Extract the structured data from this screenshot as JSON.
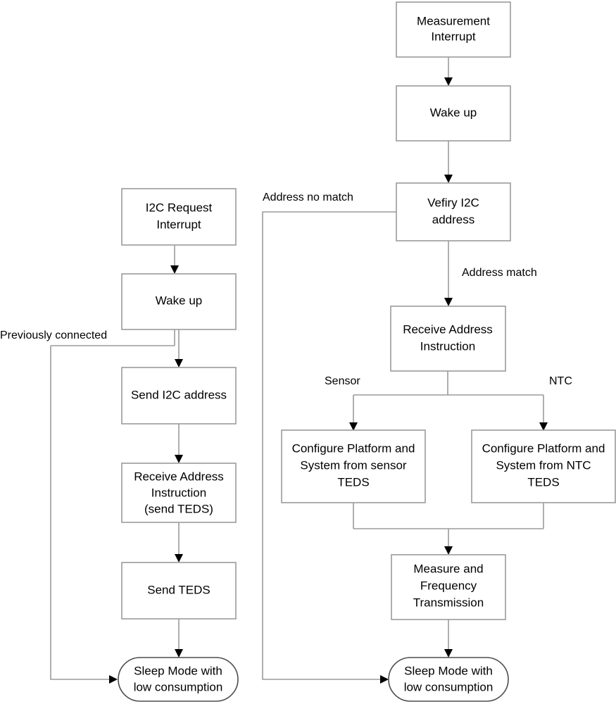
{
  "diagram": {
    "title": "Sensor node interrupt and TEDS flowchart",
    "colors": {
      "box_stroke": "#9b9b9b",
      "stadium_stroke": "#4d4d4d",
      "arrow_fill": "#000000",
      "background": "#ffffff",
      "text": "#000000"
    },
    "left_branch": {
      "nodes": [
        {
          "id": "i2c-request-interrupt",
          "shape": "rect",
          "lines": [
            "I2C Request",
            "Interrupt"
          ]
        },
        {
          "id": "wake-up-left",
          "shape": "rect",
          "lines": [
            "Wake up"
          ]
        },
        {
          "id": "send-i2c-address",
          "shape": "rect",
          "lines": [
            "Send I2C address"
          ]
        },
        {
          "id": "receive-address-instruction-send-teds",
          "shape": "rect",
          "lines": [
            "Receive Address",
            "Instruction",
            "(send TEDS)"
          ]
        },
        {
          "id": "send-teds",
          "shape": "rect",
          "lines": [
            "Send TEDS"
          ]
        },
        {
          "id": "sleep-mode-left",
          "shape": "stadium",
          "lines": [
            "Sleep Mode with",
            "low consumption"
          ]
        }
      ],
      "edge_labels": [
        {
          "id": "previously-connected",
          "text": "Previously connected"
        }
      ]
    },
    "right_branch": {
      "nodes": [
        {
          "id": "measurement-interrupt",
          "shape": "rect",
          "lines": [
            "Measurement",
            "Interrupt"
          ]
        },
        {
          "id": "wake-up-right",
          "shape": "rect",
          "lines": [
            "Wake up"
          ]
        },
        {
          "id": "verify-i2c-address",
          "shape": "rect",
          "lines": [
            "Vefiry I2C",
            "address"
          ]
        },
        {
          "id": "receive-address-instruction",
          "shape": "rect",
          "lines": [
            "Receive Address",
            "Instruction"
          ]
        },
        {
          "id": "configure-sensor-teds",
          "shape": "rect",
          "lines": [
            "Configure Platform and",
            "System from sensor",
            "TEDS"
          ]
        },
        {
          "id": "configure-ntc-teds",
          "shape": "rect",
          "lines": [
            "Configure Platform and",
            "System from NTC",
            "TEDS"
          ]
        },
        {
          "id": "measure-and-frequency-transmission",
          "shape": "rect",
          "lines": [
            "Measure and",
            "Frequency",
            "Transmission"
          ]
        },
        {
          "id": "sleep-mode-right",
          "shape": "stadium",
          "lines": [
            "Sleep Mode with",
            "low consumption"
          ]
        }
      ],
      "edge_labels": [
        {
          "id": "address-no-match",
          "text": "Address no match"
        },
        {
          "id": "address-match",
          "text": "Address match"
        },
        {
          "id": "sensor",
          "text": "Sensor"
        },
        {
          "id": "ntc",
          "text": "NTC"
        }
      ]
    },
    "text": {
      "measurement_interrupt_1": "Measurement",
      "measurement_interrupt_2": "Interrupt",
      "wake_up_right": "Wake up",
      "verify_i2c_1": "Vefiry I2C",
      "verify_i2c_2": "address",
      "address_no_match": "Address no match",
      "address_match": "Address match",
      "receive_addr_instr_1": "Receive Address",
      "receive_addr_instr_2": "Instruction",
      "sensor": "Sensor",
      "ntc": "NTC",
      "cfg_sensor_1": "Configure Platform and",
      "cfg_sensor_2": "System from sensor",
      "cfg_sensor_3": "TEDS",
      "cfg_ntc_1": "Configure Platform and",
      "cfg_ntc_2": "System from NTC",
      "cfg_ntc_3": "TEDS",
      "measure_1": "Measure and",
      "measure_2": "Frequency",
      "measure_3": "Transmission",
      "sleep_right_1": "Sleep Mode with",
      "sleep_right_2": "low consumption",
      "i2c_request_1": "I2C Request",
      "i2c_request_2": "Interrupt",
      "wake_up_left": "Wake up",
      "previously_connected": "Previously connected",
      "send_i2c_address": "Send I2C address",
      "recv_addr_teds_1": "Receive Address",
      "recv_addr_teds_2": "Instruction",
      "recv_addr_teds_3": "(send TEDS)",
      "send_teds": "Send TEDS",
      "sleep_left_1": "Sleep Mode with",
      "sleep_left_2": "low consumption"
    }
  }
}
